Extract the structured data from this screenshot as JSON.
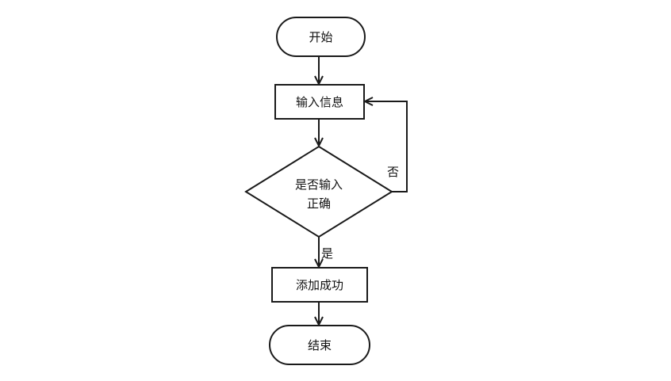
{
  "nodes": {
    "start": {
      "label": "开始"
    },
    "input": {
      "label": "输入信息"
    },
    "decision": {
      "line1": "是否输入",
      "line2": "正确"
    },
    "success": {
      "label": "添加成功"
    },
    "end": {
      "label": "结束"
    }
  },
  "edges": {
    "yes_label": "是",
    "no_label": "否"
  }
}
